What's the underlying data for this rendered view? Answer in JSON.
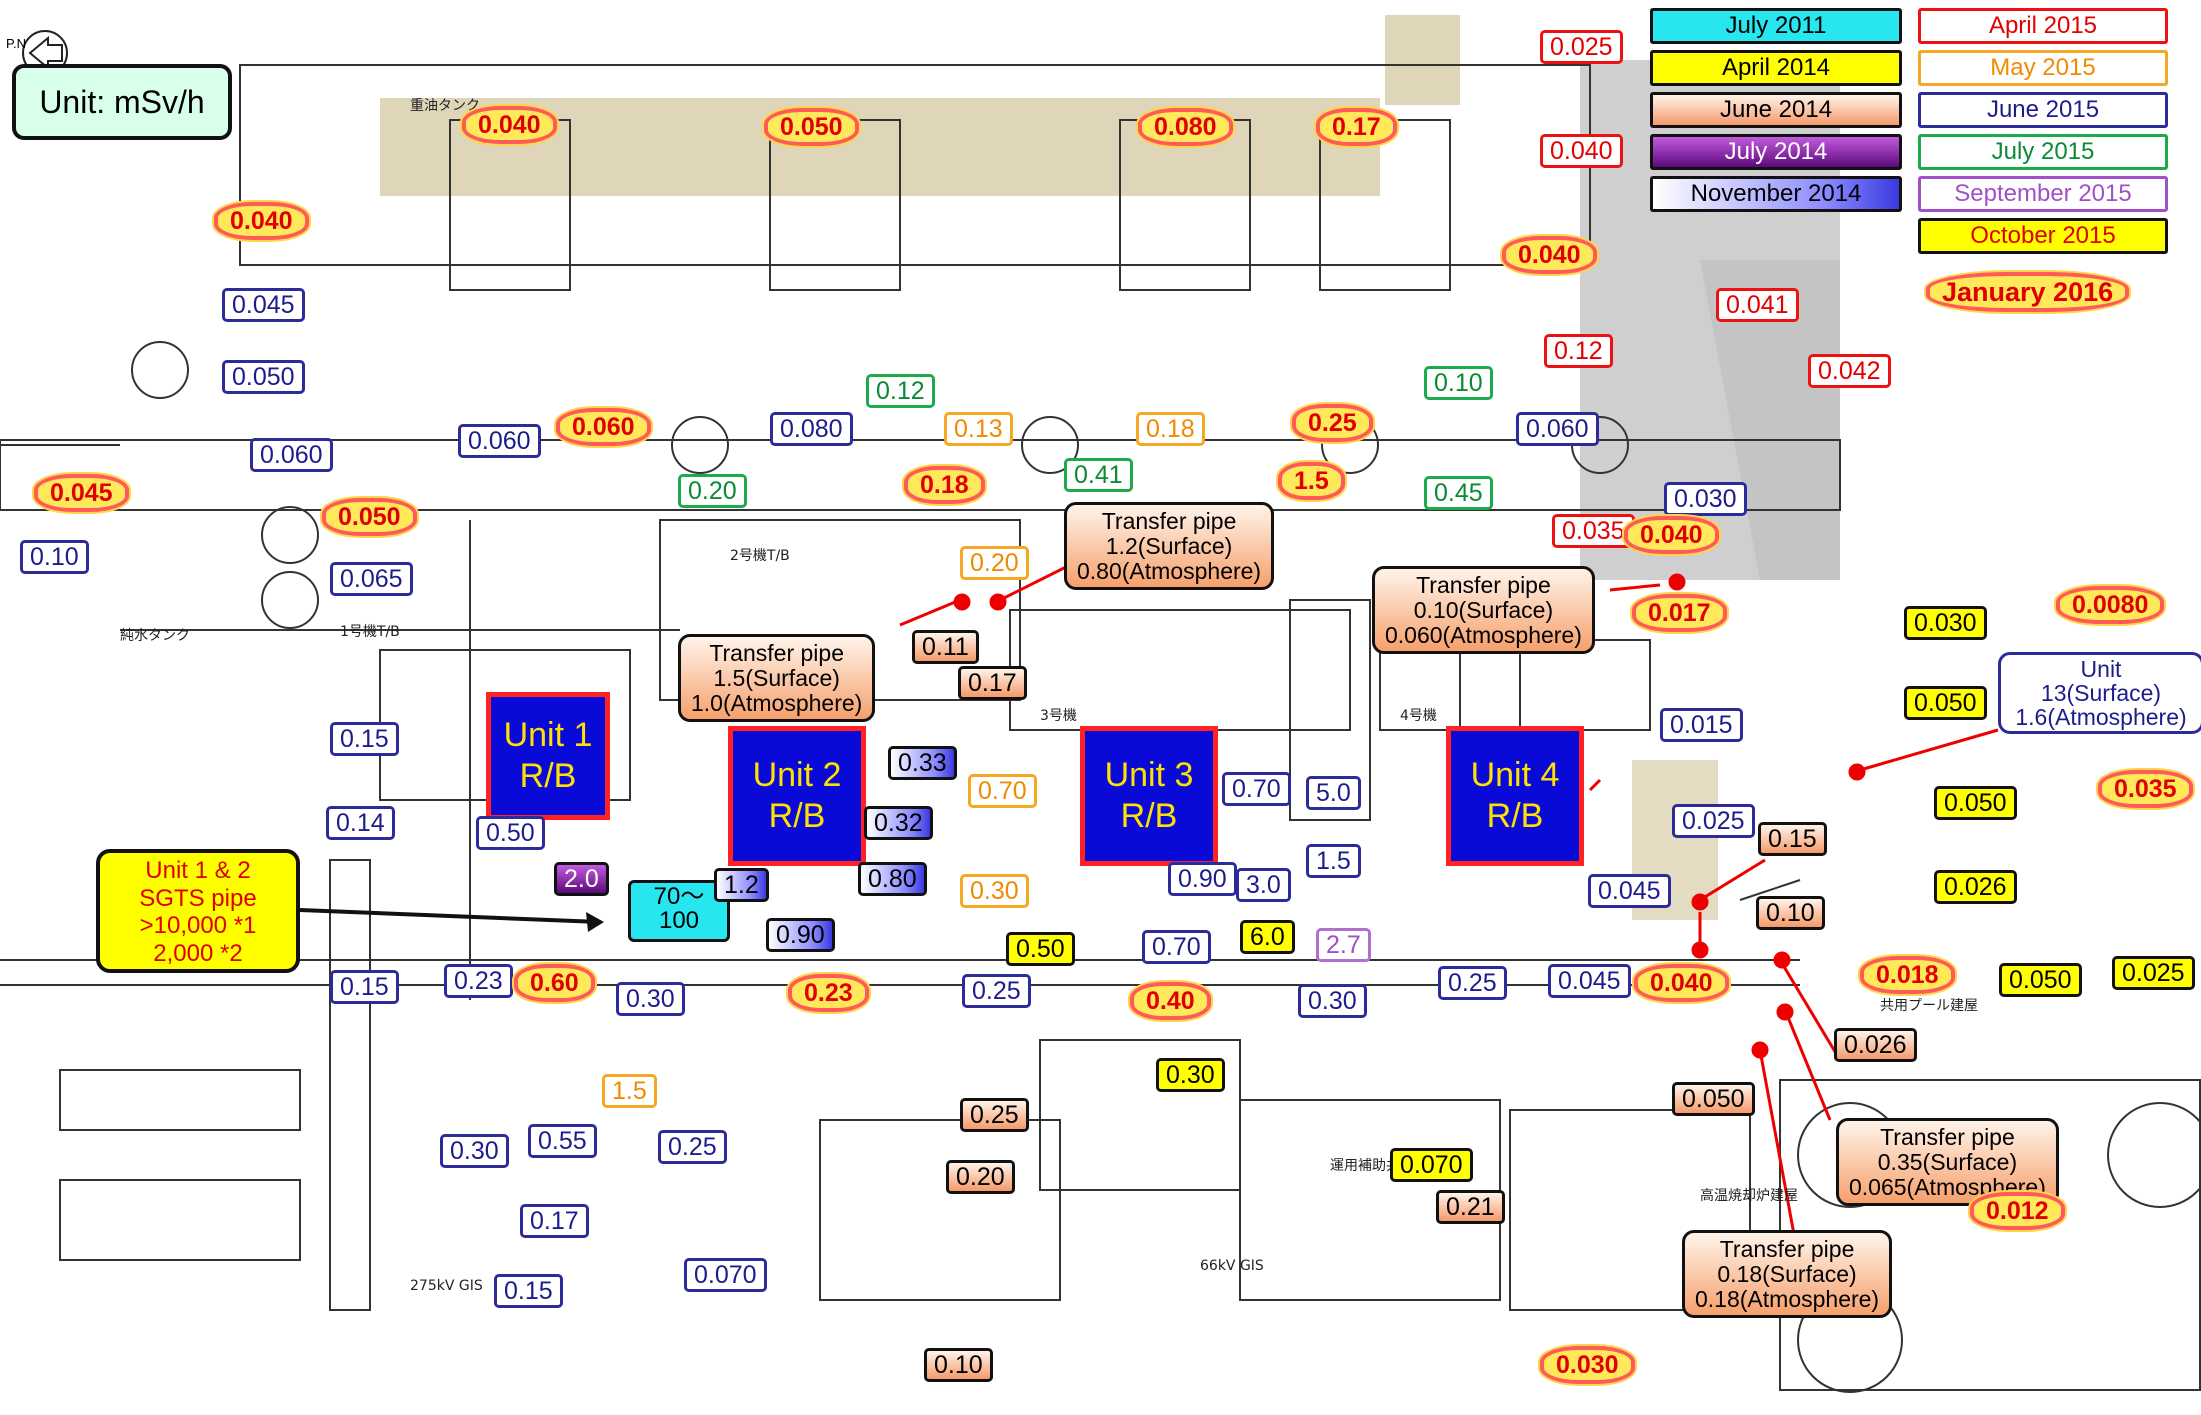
{
  "unit_label": "Unit: mSv/h",
  "compass": "P.N",
  "legend": [
    {
      "label": "July 2011",
      "style": "cyan"
    },
    {
      "label": "April 2014",
      "style": "yellow"
    },
    {
      "label": "June 2014",
      "style": "peach"
    },
    {
      "label": "July 2014",
      "style": "purple"
    },
    {
      "label": "November 2014",
      "style": "blue-gradient"
    },
    {
      "label": "April 2015",
      "style": "red"
    },
    {
      "label": "May 2015",
      "style": "orange"
    },
    {
      "label": "June 2015",
      "style": "navy"
    },
    {
      "label": "July 2015",
      "style": "green"
    },
    {
      "label": "September 2015",
      "style": "violet"
    },
    {
      "label": "October 2015",
      "style": "yellow-orange"
    },
    {
      "label": "January 2016",
      "style": "cloud"
    }
  ],
  "units": {
    "u1": "Unit 1\nR/B",
    "u2": "Unit 2\nR/B",
    "u3": "Unit 3\nR/B",
    "u4": "Unit 4\nR/B"
  },
  "sgts": "Unit 1 & 2\nSGTS pipe\n>10,000 *1\n2,000 *2",
  "cyan_reading": "70～\n100",
  "unit_right": "Unit\n13(Surface)\n1.6(Atmosphere)",
  "callouts": {
    "c1": "Transfer pipe\n1.2(Surface)\n0.80(Atmosphere)",
    "c2": "Transfer pipe\n1.5(Surface)\n1.0(Atmosphere)",
    "c3": "Transfer pipe\n0.10(Surface)\n0.060(Atmosphere)",
    "c4": "Transfer pipe\n0.35(Surface)\n0.065(Atmosphere)",
    "c5": "Transfer pipe\n0.18(Surface)\n0.18(Atmosphere)"
  },
  "readings": [
    {
      "v": "0.025",
      "s": "red-box"
    },
    {
      "v": "0.040",
      "s": "red-box"
    },
    {
      "v": "0.041",
      "s": "red-box"
    },
    {
      "v": "0.12",
      "s": "red-box"
    },
    {
      "v": "0.042",
      "s": "red-box"
    },
    {
      "v": "0.035",
      "s": "red-box"
    },
    {
      "v": "0.045",
      "s": "blue-box"
    },
    {
      "v": "0.050",
      "s": "blue-box"
    },
    {
      "v": "0.060",
      "s": "blue-box"
    },
    {
      "v": "0.060",
      "s": "blue-box"
    },
    {
      "v": "0.080",
      "s": "blue-box"
    },
    {
      "v": "0.10",
      "s": "blue-box"
    },
    {
      "v": "0.065",
      "s": "blue-box"
    },
    {
      "v": "0.060",
      "s": "blue-box"
    },
    {
      "v": "0.030",
      "s": "blue-box"
    },
    {
      "v": "0.015",
      "s": "blue-box"
    },
    {
      "v": "0.025",
      "s": "blue-box"
    },
    {
      "v": "0.045",
      "s": "blue-box"
    },
    {
      "v": "0.045",
      "s": "blue-box"
    },
    {
      "v": "0.25",
      "s": "blue-box"
    },
    {
      "v": "0.15",
      "s": "blue-box"
    },
    {
      "v": "0.14",
      "s": "blue-box"
    },
    {
      "v": "0.50",
      "s": "blue-box"
    },
    {
      "v": "0.15",
      "s": "blue-box"
    },
    {
      "v": "0.23",
      "s": "blue-box"
    },
    {
      "v": "0.30",
      "s": "blue-box"
    },
    {
      "v": "0.25",
      "s": "blue-box"
    },
    {
      "v": "0.70",
      "s": "blue-box"
    },
    {
      "v": "5.0",
      "s": "blue-box"
    },
    {
      "v": "1.5",
      "s": "blue-box"
    },
    {
      "v": "0.90",
      "s": "blue-box"
    },
    {
      "v": "3.0",
      "s": "blue-box"
    },
    {
      "v": "0.70",
      "s": "blue-box"
    },
    {
      "v": "0.30",
      "s": "blue-box"
    },
    {
      "v": "0.30",
      "s": "blue-box"
    },
    {
      "v": "0.55",
      "s": "blue-box"
    },
    {
      "v": "0.25",
      "s": "blue-box"
    },
    {
      "v": "0.17",
      "s": "blue-box"
    },
    {
      "v": "0.15",
      "s": "blue-box"
    },
    {
      "v": "0.070",
      "s": "blue-box"
    },
    {
      "v": "0.12",
      "s": "green-box"
    },
    {
      "v": "0.10",
      "s": "green-box"
    },
    {
      "v": "0.20",
      "s": "green-box"
    },
    {
      "v": "0.41",
      "s": "green-box"
    },
    {
      "v": "0.45",
      "s": "green-box"
    },
    {
      "v": "0.13",
      "s": "orange-box"
    },
    {
      "v": "0.18",
      "s": "orange-box"
    },
    {
      "v": "0.20",
      "s": "orange-box"
    },
    {
      "v": "0.70",
      "s": "orange-box"
    },
    {
      "v": "0.30",
      "s": "orange-box"
    },
    {
      "v": "1.5",
      "s": "orange-box"
    },
    {
      "v": "2.7",
      "s": "purple-box"
    },
    {
      "v": "0.030",
      "s": "yellow-box"
    },
    {
      "v": "0.050",
      "s": "yellow-box"
    },
    {
      "v": "0.050",
      "s": "yellow-box"
    },
    {
      "v": "0.026",
      "s": "yellow-box"
    },
    {
      "v": "0.050",
      "s": "yellow-box"
    },
    {
      "v": "0.025",
      "s": "yellow-box"
    },
    {
      "v": "0.50",
      "s": "yellow-box"
    },
    {
      "v": "6.0",
      "s": "yellow-box"
    },
    {
      "v": "0.30",
      "s": "yellow-box"
    },
    {
      "v": "0.070",
      "s": "yellow-box"
    },
    {
      "v": "0.11",
      "s": "june14"
    },
    {
      "v": "0.17",
      "s": "june14"
    },
    {
      "v": "0.15",
      "s": "june14"
    },
    {
      "v": "0.10",
      "s": "june14"
    },
    {
      "v": "0.026",
      "s": "june14"
    },
    {
      "v": "0.050",
      "s": "june14"
    },
    {
      "v": "0.25",
      "s": "june14"
    },
    {
      "v": "0.20",
      "s": "june14"
    },
    {
      "v": "0.10",
      "s": "june14"
    },
    {
      "v": "0.21",
      "s": "june14"
    },
    {
      "v": "2.0",
      "s": "july14"
    },
    {
      "v": "0.33",
      "s": "nov14"
    },
    {
      "v": "0.32",
      "s": "nov14"
    },
    {
      "v": "1.2",
      "s": "nov14"
    },
    {
      "v": "0.80",
      "s": "nov14"
    },
    {
      "v": "0.90",
      "s": "nov14"
    },
    {
      "v": "0.040",
      "s": "jan16"
    },
    {
      "v": "0.050",
      "s": "jan16"
    },
    {
      "v": "0.080",
      "s": "jan16"
    },
    {
      "v": "0.17",
      "s": "jan16"
    },
    {
      "v": "0.040",
      "s": "jan16"
    },
    {
      "v": "0.040",
      "s": "jan16"
    },
    {
      "v": "0.060",
      "s": "jan16"
    },
    {
      "v": "0.045",
      "s": "jan16"
    },
    {
      "v": "0.050",
      "s": "jan16"
    },
    {
      "v": "0.18",
      "s": "jan16"
    },
    {
      "v": "0.25",
      "s": "jan16"
    },
    {
      "v": "1.5",
      "s": "jan16"
    },
    {
      "v": "0.040",
      "s": "jan16"
    },
    {
      "v": "0.017",
      "s": "jan16"
    },
    {
      "v": "0.0080",
      "s": "jan16"
    },
    {
      "v": "0.035",
      "s": "jan16"
    },
    {
      "v": "0.018",
      "s": "jan16"
    },
    {
      "v": "0.040",
      "s": "jan16"
    },
    {
      "v": "0.60",
      "s": "jan16"
    },
    {
      "v": "0.23",
      "s": "jan16"
    },
    {
      "v": "0.40",
      "s": "jan16"
    },
    {
      "v": "0.012",
      "s": "jan16"
    },
    {
      "v": "0.030",
      "s": "jan16"
    }
  ],
  "map_labels": [
    "2号機T/B",
    "1号機T/B",
    "3号機",
    "4号機",
    "共用プール建屋",
    "66kV GIS",
    "275kV GIS",
    "純水タンク",
    "重油タンク",
    "高温焼却炉建屋",
    "運用補助共用施設"
  ]
}
